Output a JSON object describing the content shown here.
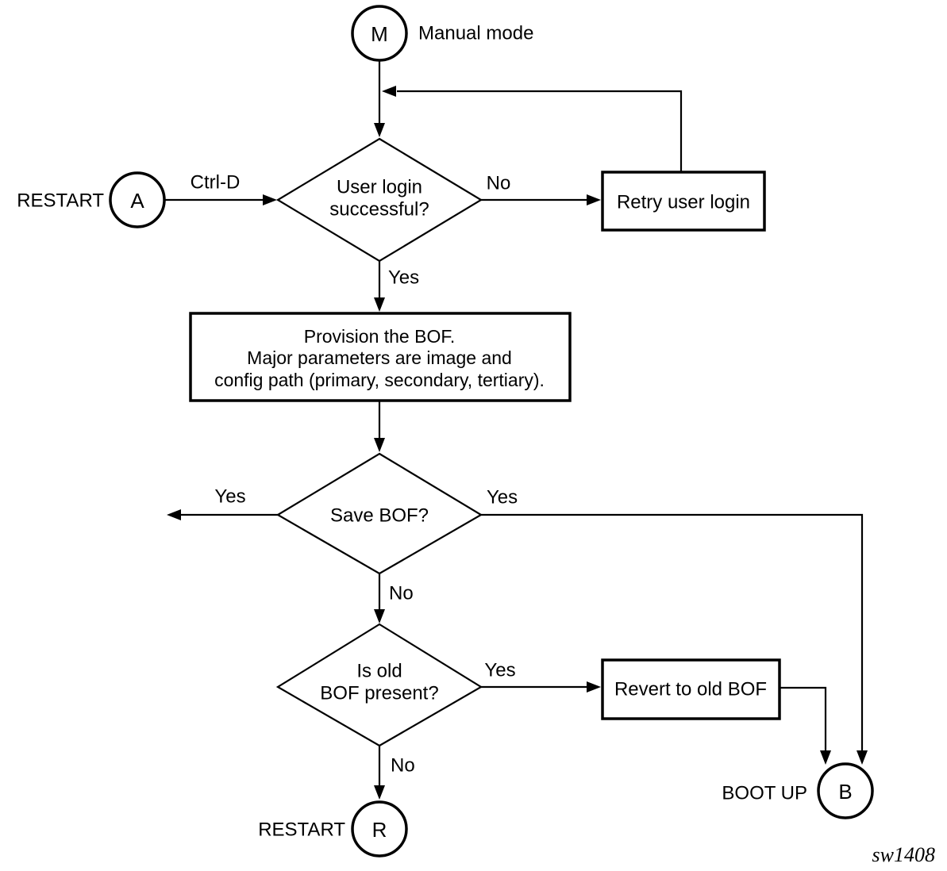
{
  "diagram": {
    "title_hint": "Manual boot mode flowchart",
    "watermark": "sw1408",
    "colors": {
      "stroke": "#000000",
      "background": "#ffffff"
    },
    "nodes": {
      "manual": {
        "letter": "M",
        "label": "Manual mode"
      },
      "restart_a": {
        "letter": "A",
        "label": "RESTART"
      },
      "login_diamond": {
        "line1": "User login",
        "line2": "successful?"
      },
      "retry_box": {
        "label": "Retry user login"
      },
      "provision_box": {
        "line1": "Provision the BOF.",
        "line2": "Major parameters are image and",
        "line3": "config path (primary, secondary, tertiary)."
      },
      "save_diamond": {
        "label": "Save BOF?"
      },
      "oldbof_diamond": {
        "line1": "Is old",
        "line2": "BOF present?"
      },
      "revert_box": {
        "label": "Revert to old BOF"
      },
      "boot": {
        "letter": "B",
        "label": "BOOT UP"
      },
      "restart_r": {
        "letter": "R",
        "label": "RESTART"
      }
    },
    "edge_labels": {
      "ctrl_d": "Ctrl-D",
      "login_no": "No",
      "login_yes": "Yes",
      "save_yes_left": "Yes",
      "save_yes_right": "Yes",
      "save_no": "No",
      "oldbof_yes": "Yes",
      "oldbof_no": "No"
    }
  }
}
